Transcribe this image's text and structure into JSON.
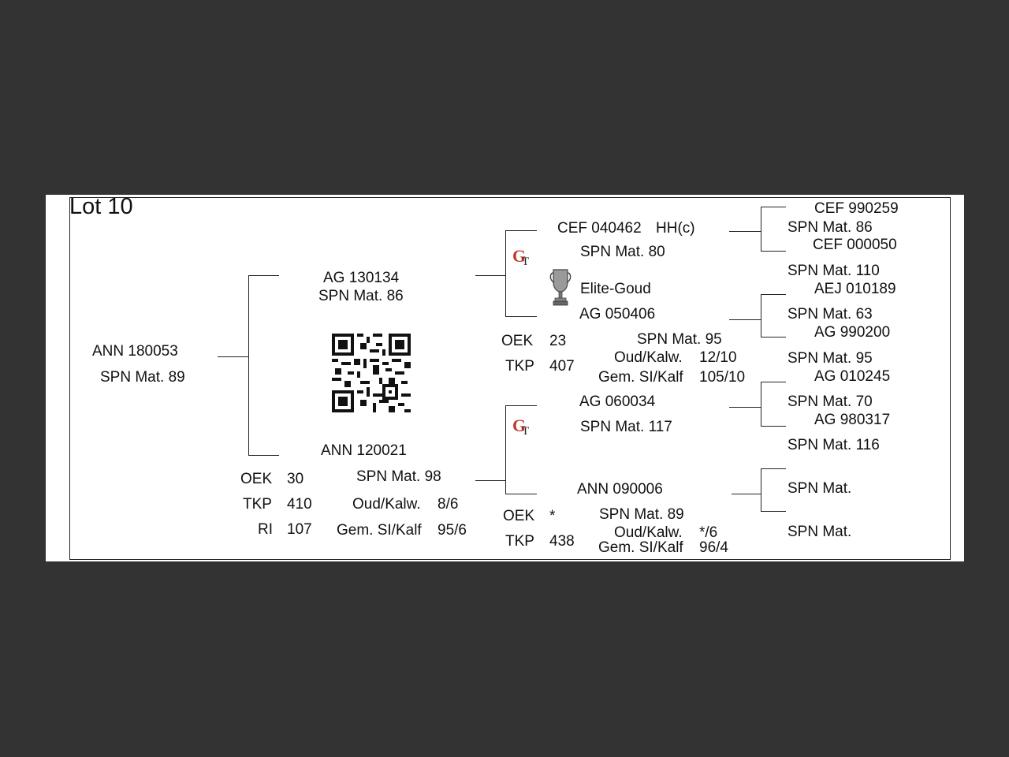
{
  "lot": "Lot 10",
  "subject": {
    "id": "ANN 180053",
    "spn": "SPN Mat. 89"
  },
  "sire": {
    "id": "AG  130134",
    "spn": "SPN Mat. 86"
  },
  "dam": {
    "id": "ANN 120021",
    "spn": "SPN Mat. 98",
    "oek_label": "OEK",
    "oek": "30",
    "tkp_label": "TKP",
    "tkp": "410",
    "ri_label": "RI",
    "ri": "107",
    "oudkalw_label": "Oud/Kalw.",
    "oudkalw": "8/6",
    "gemsi_label": "Gem. SI/Kalf",
    "gemsi": "95/6"
  },
  "sire_sire": {
    "id": "CEF 040462",
    "tag": "HH(c)",
    "spn": "SPN Mat. 80"
  },
  "sire_dam": {
    "award": "Elite-Goud",
    "id": "AG  050406",
    "spn": "SPN Mat. 95",
    "oek_label": "OEK",
    "oek": "23",
    "tkp_label": "TKP",
    "tkp": "407",
    "oudkalw_label": "Oud/Kalw.",
    "oudkalw": "12/10",
    "gemsi_label": "Gem. SI/Kalf",
    "gemsi": "105/10"
  },
  "dam_sire": {
    "id": "AG  060034",
    "spn": "SPN Mat. 117"
  },
  "dam_dam": {
    "id": "ANN 090006",
    "spn": "SPN Mat. 89",
    "oek_label": "OEK",
    "oek": "*",
    "tkp_label": "TKP",
    "tkp": "438",
    "oudkalw_label": "Oud/Kalw.",
    "oudkalw": "*/6",
    "gemsi_label": "Gem. SI/Kalf",
    "gemsi": "96/4"
  },
  "gen3": [
    {
      "id": "CEF 990259",
      "spn": "SPN Mat. 86"
    },
    {
      "id": "CEF 000050",
      "spn": "SPN Mat. 110"
    },
    {
      "id": "AEJ 010189",
      "spn": "SPN Mat. 63"
    },
    {
      "id": "AG  990200",
      "spn": "SPN Mat. 95"
    },
    {
      "id": "AG  010245",
      "spn": "SPN Mat. 70"
    },
    {
      "id": "AG  980317",
      "spn": "SPN Mat. 116"
    },
    {
      "id": "",
      "spn": "SPN Mat."
    },
    {
      "id": "",
      "spn": "SPN Mat."
    }
  ],
  "icons": {
    "qr": "qr-code-icon",
    "trophy": "trophy-icon",
    "gt": "gt-logo-icon"
  }
}
